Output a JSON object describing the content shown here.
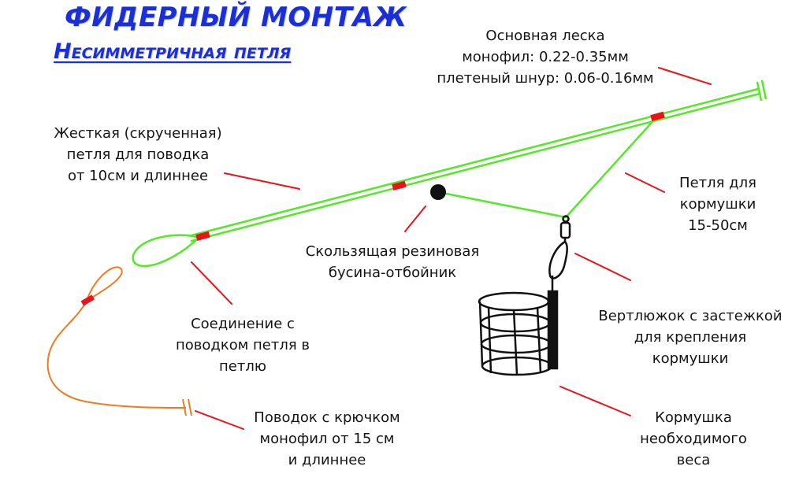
{
  "title": {
    "line1": "ФИДЕРНЫЙ МОНТАЖ",
    "line2": "Несимметричная петля"
  },
  "labels": {
    "main_line": [
      "Основная леска",
      "монофил: 0.22-0.35мм",
      "плетеный шнур: 0.06-0.16мм"
    ],
    "rigid_loop": [
      "Жесткая (скрученная)",
      "петля для поводка",
      "от 10см и длиннее"
    ],
    "feeder_loop": [
      "Петля для",
      "кормушки",
      "15-50см"
    ],
    "bead": [
      "Скользящая резиновая",
      "бусина-отбойник"
    ],
    "connection": [
      "Соединение с",
      "поводком петля в",
      "петлю"
    ],
    "swivel": [
      "Вертлюжок с застежкой",
      "для крепления",
      "кормушки"
    ],
    "leader": [
      "Поводок с крючком",
      "монофил от 15 см",
      "и длиннее"
    ],
    "feeder": [
      "Кормушка",
      "необходимого",
      "веса"
    ]
  },
  "colors": {
    "title": "#1b2fd6",
    "main_line": "#55e829",
    "leader_line": "#f07a1e",
    "stopper": "#e8141a",
    "pointer": "#e8141a",
    "bead": "#111111",
    "feeder": "#111111"
  }
}
